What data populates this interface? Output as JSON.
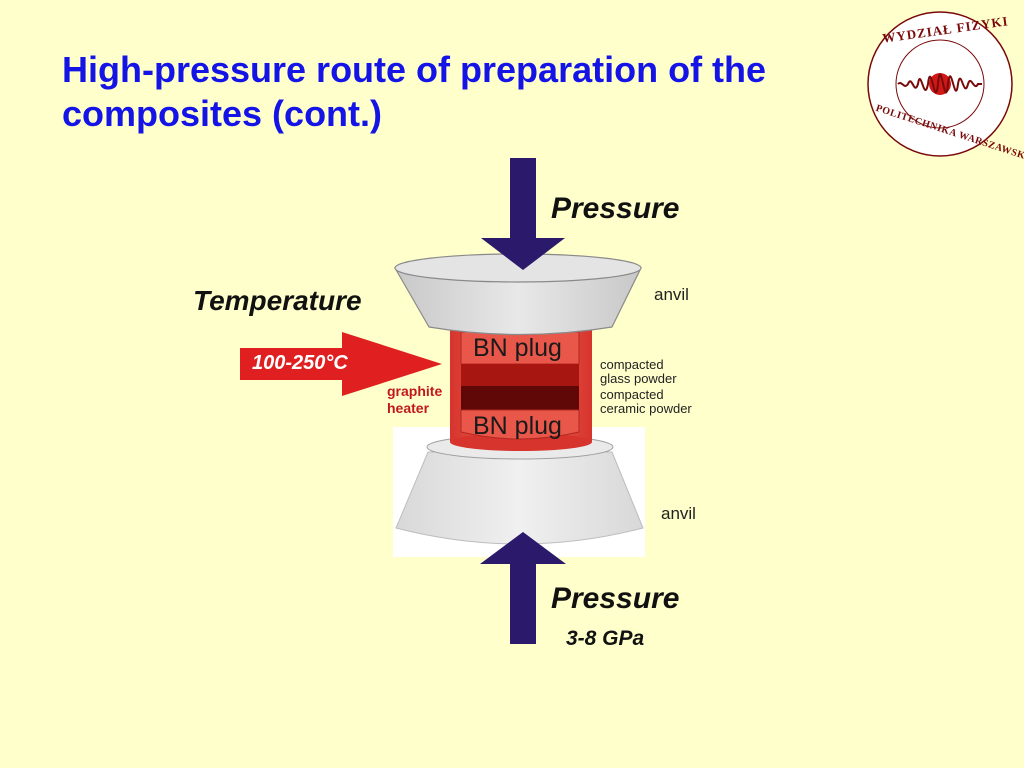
{
  "slide": {
    "title_line1": "High-pressure route of preparation of the",
    "title_line2": "composites (cont.)"
  },
  "logo": {
    "top_text": "WYDZIAŁ FIZYKI",
    "bottom_text": "POLITECHNIKA WARSZAWSKA"
  },
  "diagram": {
    "pressure_top": "Pressure",
    "pressure_bottom": "Pressure",
    "pressure_value": "3-8 GPa",
    "temperature": "Temperature",
    "temperature_value": "100-250°C",
    "anvil_top": "anvil",
    "anvil_bottom": "anvil",
    "bn_plug_top": "BN plug",
    "bn_plug_bottom": "BN plug",
    "layer_glass_line1": "compacted",
    "layer_glass_line2": "glass powder",
    "layer_ceramic_line1": "compacted",
    "layer_ceramic_line2": "ceramic powder",
    "heater_line1": "graphite",
    "heater_line2": "heater"
  },
  "colors": {
    "title": "#1414e6",
    "background": "#ffffcc",
    "arrow": "#2b1a6b",
    "heater": "#e0483e",
    "temp_arrow": "#e02020",
    "anvil": "#d9d9d9"
  }
}
